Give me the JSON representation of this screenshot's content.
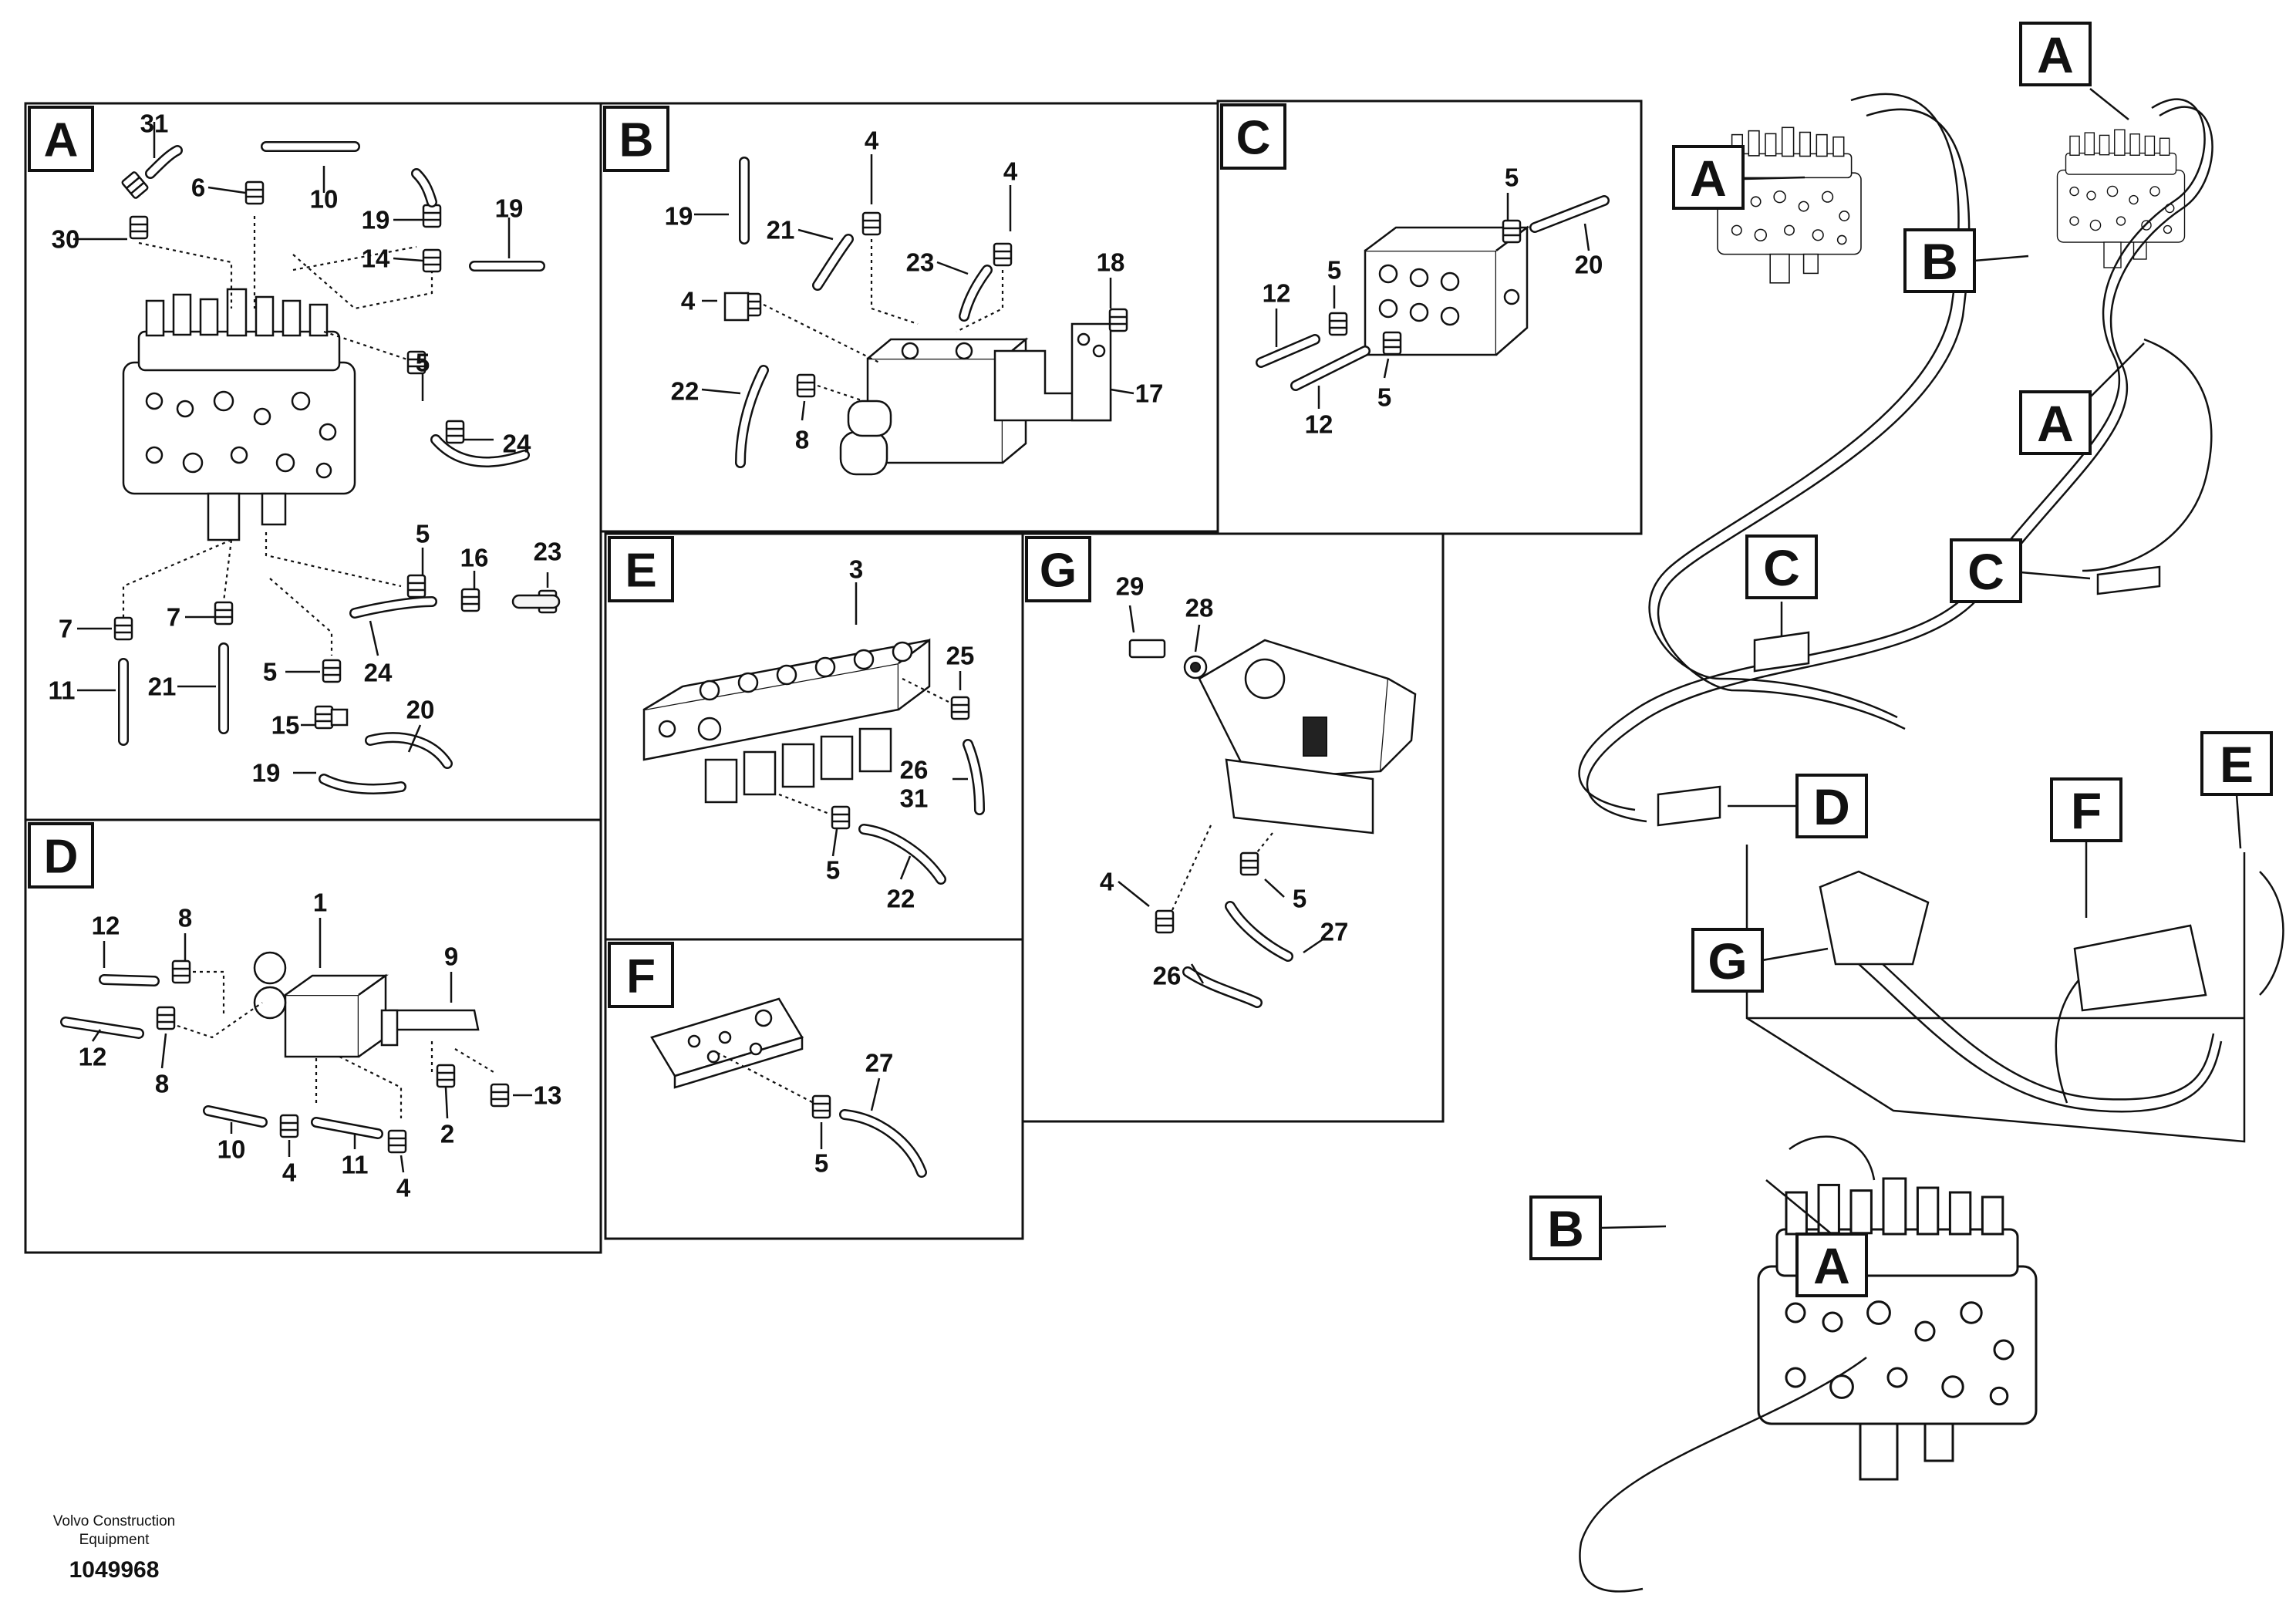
{
  "panels": [
    {
      "id": "A",
      "label": "A"
    },
    {
      "id": "B",
      "label": "B"
    },
    {
      "id": "C",
      "label": "C"
    },
    {
      "id": "D",
      "label": "D"
    },
    {
      "id": "E",
      "label": "E"
    },
    {
      "id": "F",
      "label": "F"
    },
    {
      "id": "G",
      "label": "G"
    }
  ],
  "callouts": {
    "A1": "A",
    "A2": "A",
    "A3": "A",
    "A4": "A",
    "B1": "B",
    "B2": "B",
    "C1": "C",
    "C2": "C",
    "D": "D",
    "E": "E",
    "F": "F",
    "G": "G"
  },
  "part_numbers": {
    "A": {
      "p31": "31",
      "p6": "6",
      "p10": "10",
      "p30": "30",
      "p19a": "19",
      "p19b": "19",
      "p14": "14",
      "p5a": "5",
      "p24a": "24",
      "p5b": "5",
      "p16": "16",
      "p23": "23",
      "p7a": "7",
      "p7b": "7",
      "p24b": "24",
      "p11": "11",
      "p21": "21",
      "p5c": "5",
      "p15": "15",
      "p20": "20",
      "p19c": "19"
    },
    "B": {
      "p19": "19",
      "p4a": "4",
      "p4b": "4",
      "p21": "21",
      "p23": "23",
      "p18": "18",
      "p4c": "4",
      "p22": "22",
      "p8": "8",
      "p17": "17"
    },
    "C": {
      "p5a": "5",
      "p20": "20",
      "p12a": "12",
      "p5b": "5",
      "p12b": "12",
      "p5c": "5"
    },
    "D": {
      "p12a": "12",
      "p8a": "8",
      "p1": "1",
      "p9": "9",
      "p12b": "12",
      "p8b": "8",
      "p2": "2",
      "p13": "13",
      "p10": "10",
      "p4a": "4",
      "p11": "11",
      "p4b": "4"
    },
    "E": {
      "p3": "3",
      "p25": "25",
      "p26": "26",
      "p31": "31",
      "p5": "5",
      "p22": "22"
    },
    "F": {
      "p27": "27",
      "p5": "5"
    },
    "G": {
      "p29": "29",
      "p28": "28",
      "p4": "4",
      "p5": "5",
      "p27": "27",
      "p26": "26"
    }
  },
  "footer": {
    "company_line1": "Volvo Construction",
    "company_line2": "Equipment",
    "drawing_number": "1049968"
  }
}
